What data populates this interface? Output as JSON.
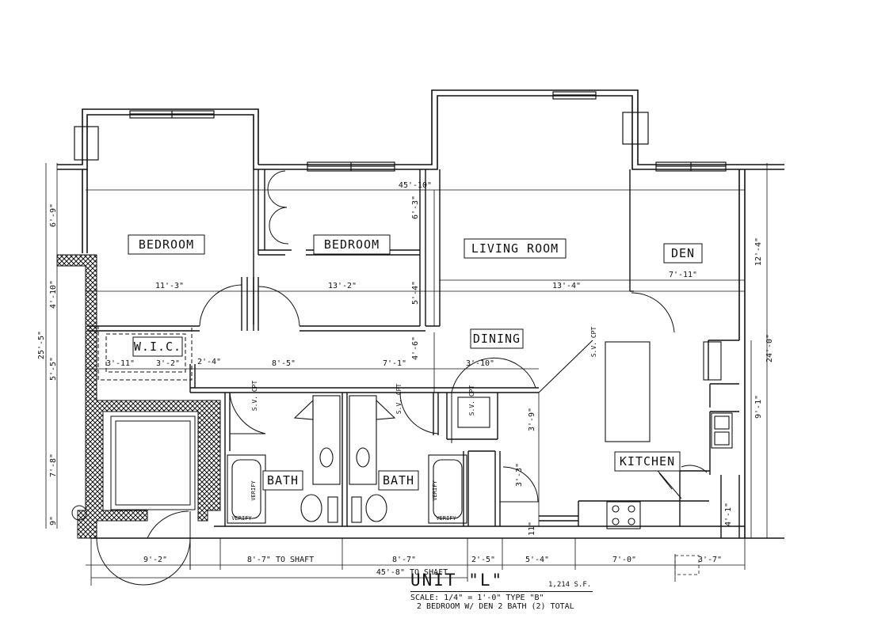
{
  "rooms": {
    "bedroom_1": "BEDROOM",
    "bedroom_2": "BEDROOM",
    "living_room": "LIVING ROOM",
    "den": "DEN",
    "wic": "W.I.C.",
    "dining": "DINING",
    "bath_1": "BATH",
    "bath_2": "BATH",
    "kitchen": "KITCHEN"
  },
  "dimensions": {
    "overall_width": "45'-10\"",
    "bed1_width": "11'-3\"",
    "bed2_width": "13'-2\"",
    "living_width": "13'-4\"",
    "den_width": "7'-11\"",
    "wic_left": "3'-11\"",
    "wic_right": "3'-2\"",
    "hall_1": "2'-4\"",
    "hall_2": "8'-5\"",
    "hall_3": "7'-1\"",
    "hall_4": "3'-10\"",
    "left_top": "6'-9\"",
    "left_mid": "4'-10\"",
    "left_total": "25'-5\"",
    "left_sub": "5'-5\"",
    "left_bottom": "7'-8\"",
    "left_tiny": "9\"",
    "closet_height": "6'-3\"",
    "living_height": "5'-4\"",
    "dining_height": "4'-6\"",
    "right_top": "12'-4\"",
    "right_total": "24'-0\"",
    "kitchen_height": "9'-1\"",
    "kitchen_bottom": "4'-1\"",
    "laundry_1": "3'-9\"",
    "laundry_2": "3'-3\"",
    "laundry_3": "11\"",
    "bottom_1": "9'-2\"",
    "bottom_2": "8'-7\"  TO SHAFT",
    "bottom_3": "8'-7\"",
    "bottom_4": "2'-5\"",
    "bottom_5": "5'-4\"",
    "bottom_6": "7'-0\"",
    "bottom_7": "3'-7\"",
    "bottom_total": "45'-8\"  TO SHAFT"
  },
  "fixture_notes": {
    "sv_cpt_1": "S.V. CPT",
    "sv_cpt_2": "S.V. CPT",
    "sv_cpt_3": "S.V. CPT",
    "sv_cpt_4": "S.V. CPT",
    "verify_1": "VERIFY",
    "verify_2": "VERIFY",
    "verify_3": "VERIFY",
    "verify_4": "VERIFY"
  },
  "title": {
    "unit": "UNIT \"L\"",
    "area": "1,214 S.F.",
    "scale": "SCALE: 1/4\" = 1'-0\"   TYPE \"B\"",
    "description": "2 BEDROOM W/ DEN 2 BATH (2) TOTAL"
  },
  "colors": {
    "ink": "#111111",
    "background": "#ffffff"
  }
}
